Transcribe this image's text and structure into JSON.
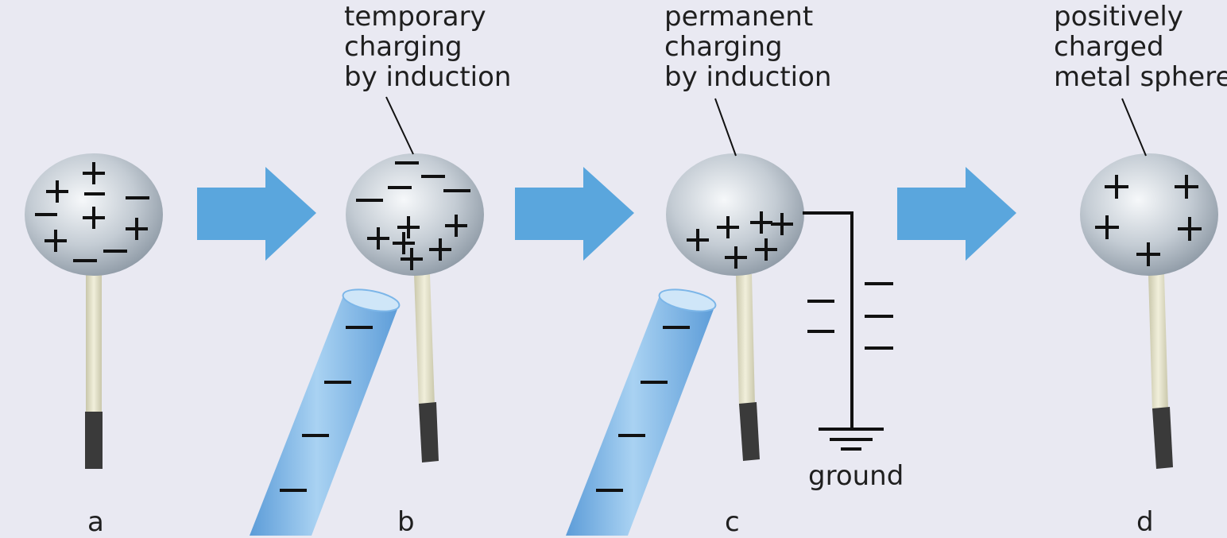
{
  "labels": {
    "temporary": [
      "temporary",
      "charging",
      "by induction"
    ],
    "permanent": [
      "permanent",
      "charging",
      "by induction"
    ],
    "positive": [
      "positively",
      "charged",
      "metal sphere"
    ],
    "ground": "ground"
  },
  "panels": [
    "a",
    "b",
    "c",
    "d"
  ],
  "colors": {
    "background": "#e9e9f2",
    "arrow": "#5aa6dd",
    "rod": "#7cb6e8",
    "sphere_light": "#f4f6f8",
    "sphere_dark": "#8e9aa6",
    "handle": "#e4e2c8",
    "handle_tip": "#3a3a3a"
  }
}
